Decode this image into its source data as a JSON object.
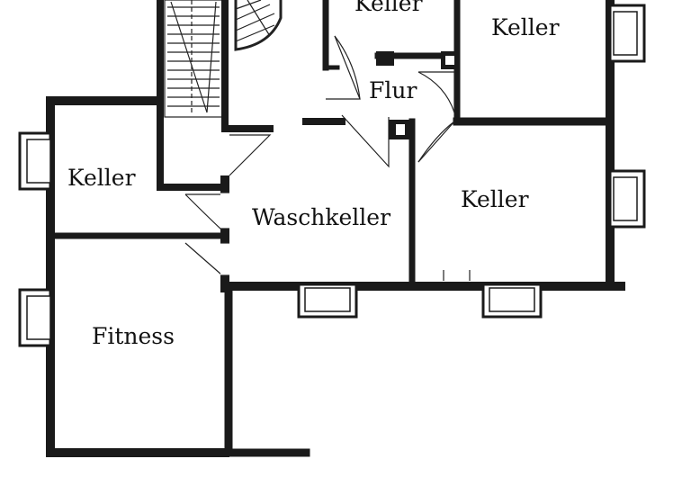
{
  "rooms": {
    "keller_top_center": "Keller",
    "keller_top_right": "Keller",
    "flur": "Flur",
    "keller_left": "Keller",
    "waschkeller": "Waschkeller",
    "keller_right": "Keller",
    "fitness": "Fitness"
  },
  "colors": {
    "wall": "#1a1a1a",
    "wall_fill": "#5a5a5a",
    "background": "#ffffff"
  }
}
